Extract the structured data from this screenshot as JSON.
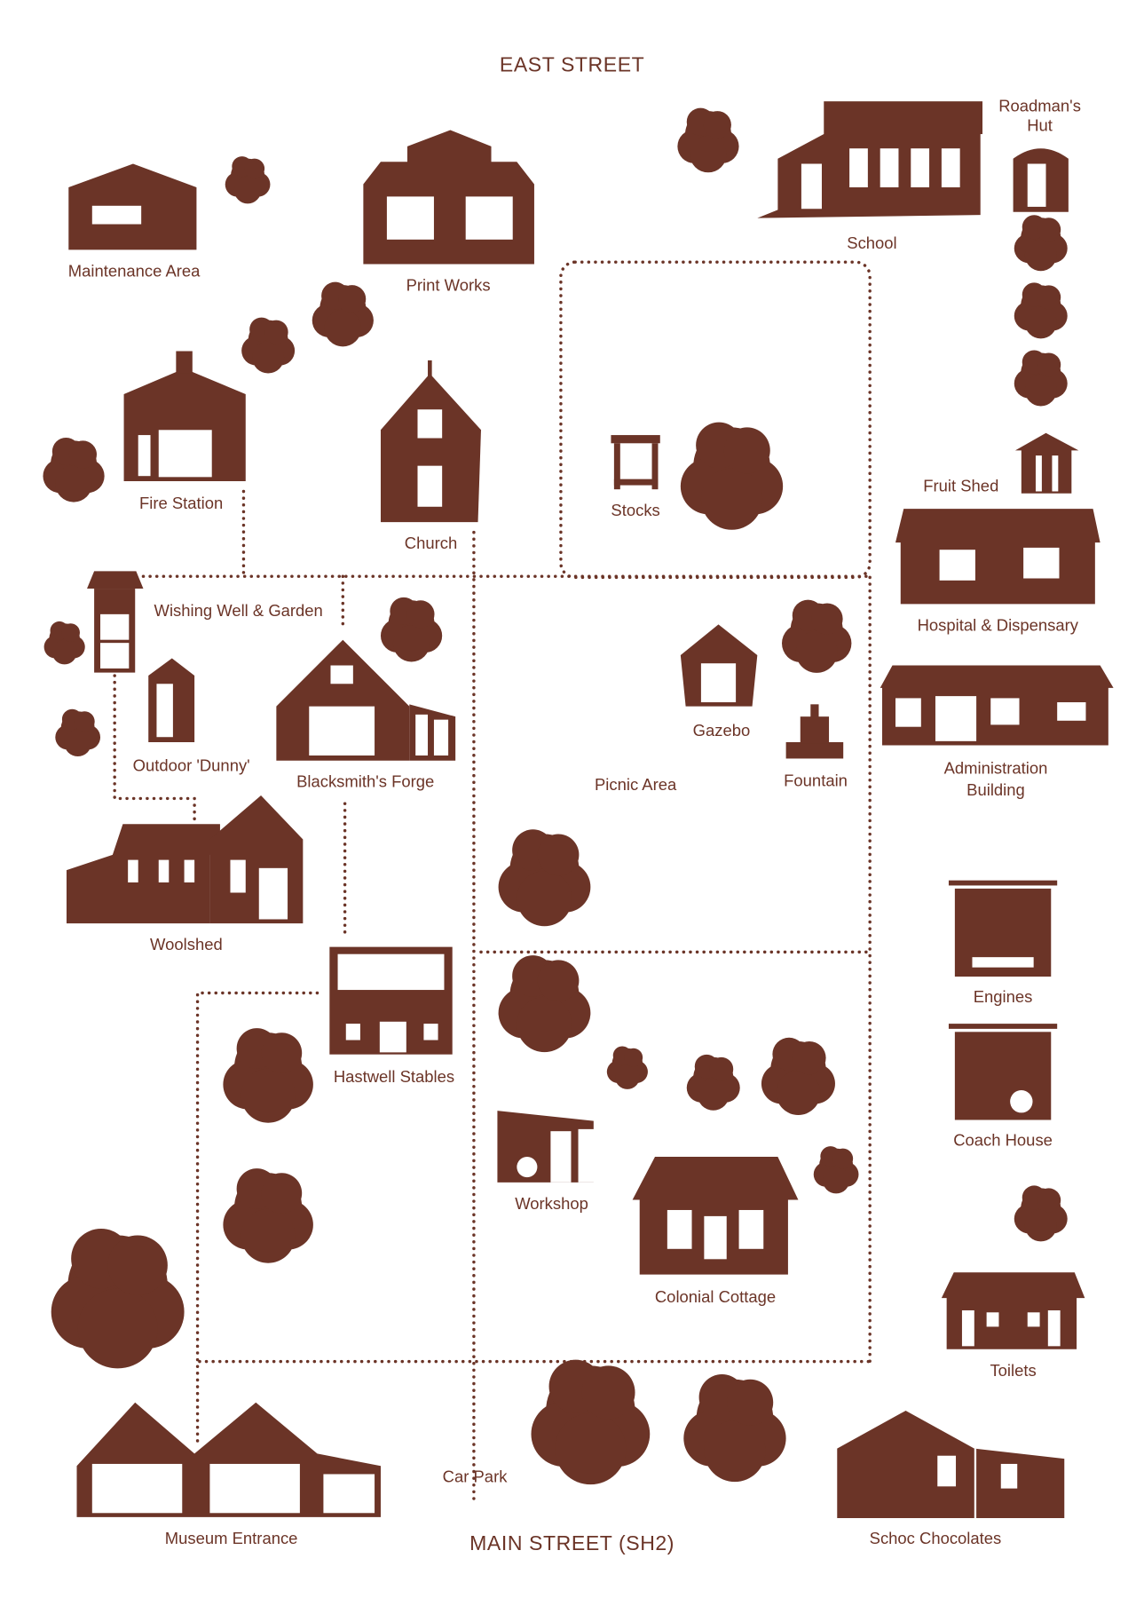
{
  "colors": {
    "brand": "#6b3427",
    "background": "#ffffff"
  },
  "streets": {
    "north": "EAST STREET",
    "south": "MAIN STREET (SH2)"
  },
  "places": {
    "maintenance": "Maintenance Area",
    "print_works": "Print Works",
    "school": "School",
    "roadmans_hut": [
      "Roadman's",
      "Hut"
    ],
    "fire_station": "Fire Station",
    "church": "Church",
    "stocks": "Stocks",
    "fruit_shed": "Fruit Shed",
    "hospital": "Hospital & Dispensary",
    "wishing_well": "Wishing Well & Garden",
    "outdoor_dunny": "Outdoor 'Dunny'",
    "blacksmith": "Blacksmith's Forge",
    "gazebo": "Gazebo",
    "fountain": "Fountain",
    "picnic": "Picnic Area",
    "admin": [
      "Administration",
      "Building"
    ],
    "woolshed": "Woolshed",
    "engines": "Engines",
    "hastwell": "Hastwell Stables",
    "coach_house": "Coach House",
    "workshop": "Workshop",
    "colonial_cottage": "Colonial Cottage",
    "toilets": "Toilets",
    "museum_entrance": "Museum Entrance",
    "car_park": "Car Park",
    "schoc": "Schoc Chocolates"
  }
}
